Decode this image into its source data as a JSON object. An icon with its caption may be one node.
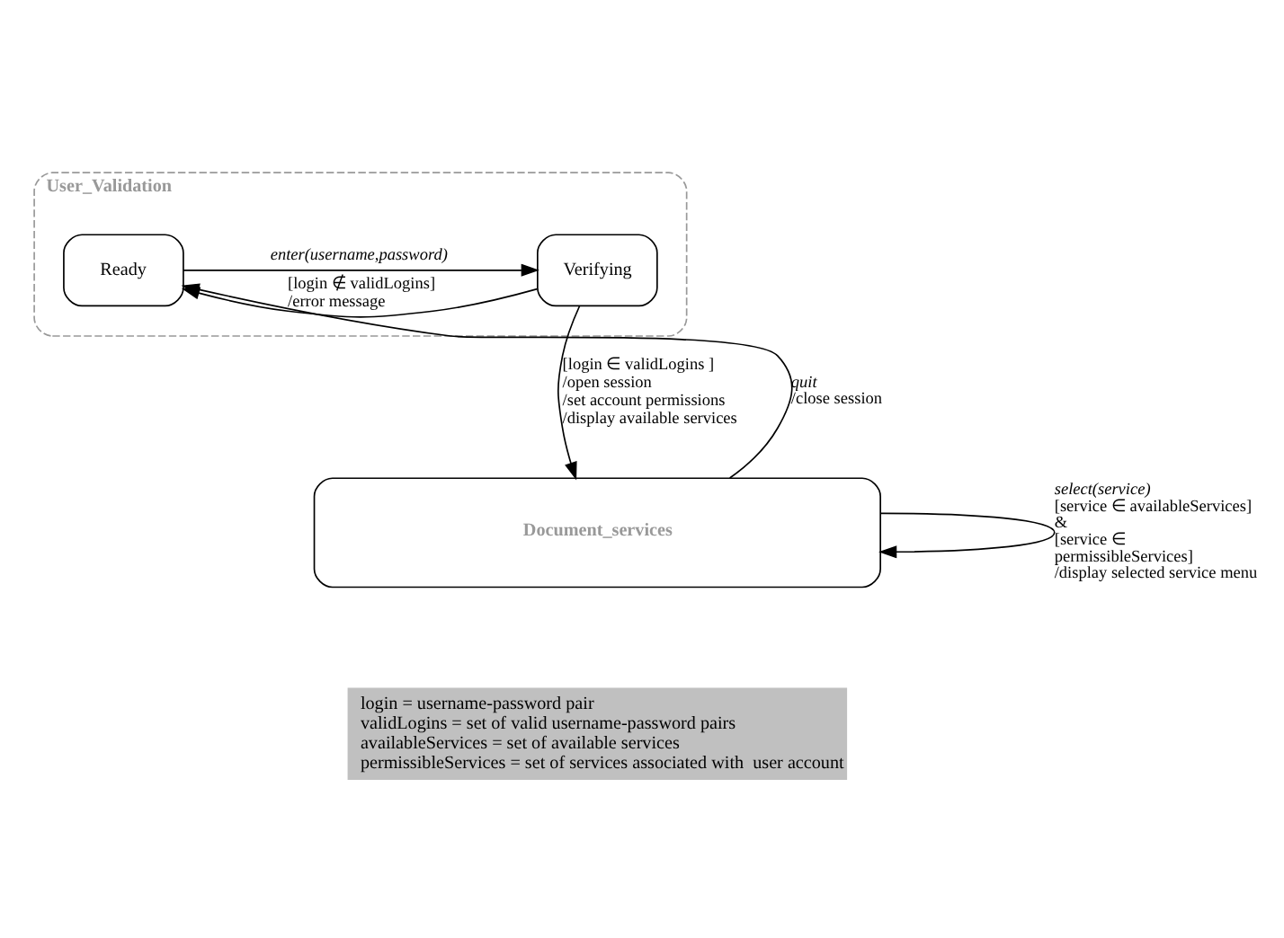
{
  "diagram": {
    "nodes": [
      {
        "text": [
          "User_Validation"
        ]
      },
      {
        "text": [
          "Ready"
        ],
        "in": 0
      },
      {
        "text": [
          "Verifying"
        ],
        "in": 0
      },
      {
        "text": [
          "Document_services"
        ]
      },
      {
        "text": [
          "login = username-password pair",
          "validLogins = set of valid username-password pairs",
          "availableServices = set of available services",
          "permissibleServices = set of services associated with  user account"
        ]
      }
    ],
    "edges": [
      {
        "from": 1,
        "to": 2,
        "arrow": "to",
        "label": "*enter(username,password)*"
      },
      {
        "from": 2,
        "to": 1,
        "arrow": "to",
        "label": "[login ∉ validLogins] /error message"
      },
      {
        "from": 2,
        "to": 3,
        "arrow": "to",
        "label": "[login ∈ validLogins ] /open session /set account permissions /display available services"
      },
      {
        "from": 3,
        "to": 1,
        "arrow": "to",
        "label": "*quit* /close session"
      },
      {
        "from": 3,
        "to": 3,
        "arrow": "to",
        "label": "*select(service)* [service ∈ availableServices] & [service ∈ permissibleServices] /display selected service menu"
      }
    ]
  }
}
